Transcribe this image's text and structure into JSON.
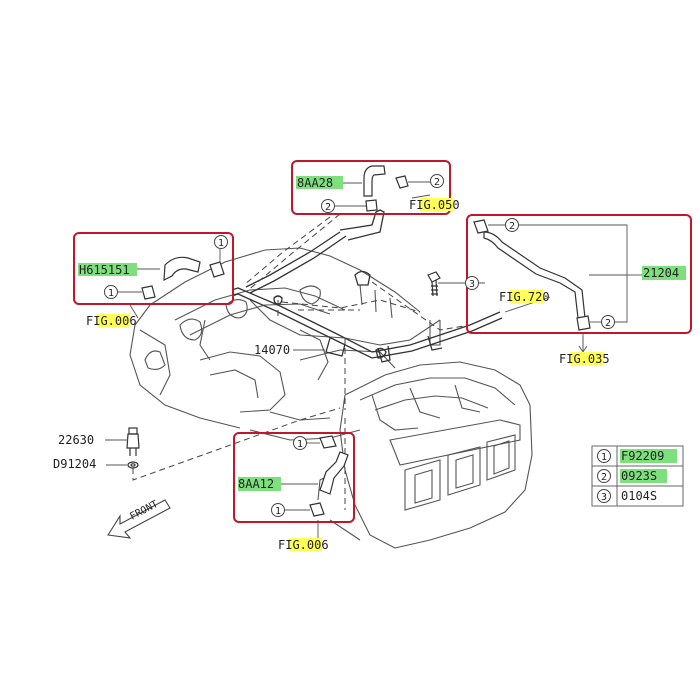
{
  "colors": {
    "frame_red": "#c4162a",
    "highlight_green": "#7de07d",
    "highlight_yellow": "#ffff55",
    "line_gray": "#333333",
    "callout_gray": "#555555"
  },
  "labels": {
    "part_8aa28": "8AA28",
    "fig_050_pre": "F",
    "fig_050_hl": "IG.05",
    "fig_050_post": "0",
    "part_h615151": "H615151",
    "fig_006_top_pre": "F",
    "fig_006_top_hl": "IG.00",
    "fig_006_top_post": "6",
    "part_21204": "21204",
    "fig_720_pre": "F",
    "fig_720_hl": "IG.72",
    "fig_720_post": "0",
    "fig_035_pre": "F",
    "fig_035_hl": "IG.03",
    "fig_035_post": "5",
    "part_14070": "14070",
    "part_22630": "22630",
    "part_d91204": "D91204",
    "part_8aa12": "8AA12",
    "fig_006_bot_pre": "F",
    "fig_006_bot_hl": "IG.00",
    "fig_006_bot_post": "6",
    "front": "FRONT"
  },
  "callouts": {
    "one": "1",
    "two": "2",
    "three": "3"
  },
  "legend": {
    "rows": [
      {
        "num": "1",
        "code": "F92209",
        "highlight": true
      },
      {
        "num": "2",
        "code": "0923S",
        "highlight": true
      },
      {
        "num": "3",
        "code": "0104S",
        "highlight": false
      }
    ]
  }
}
